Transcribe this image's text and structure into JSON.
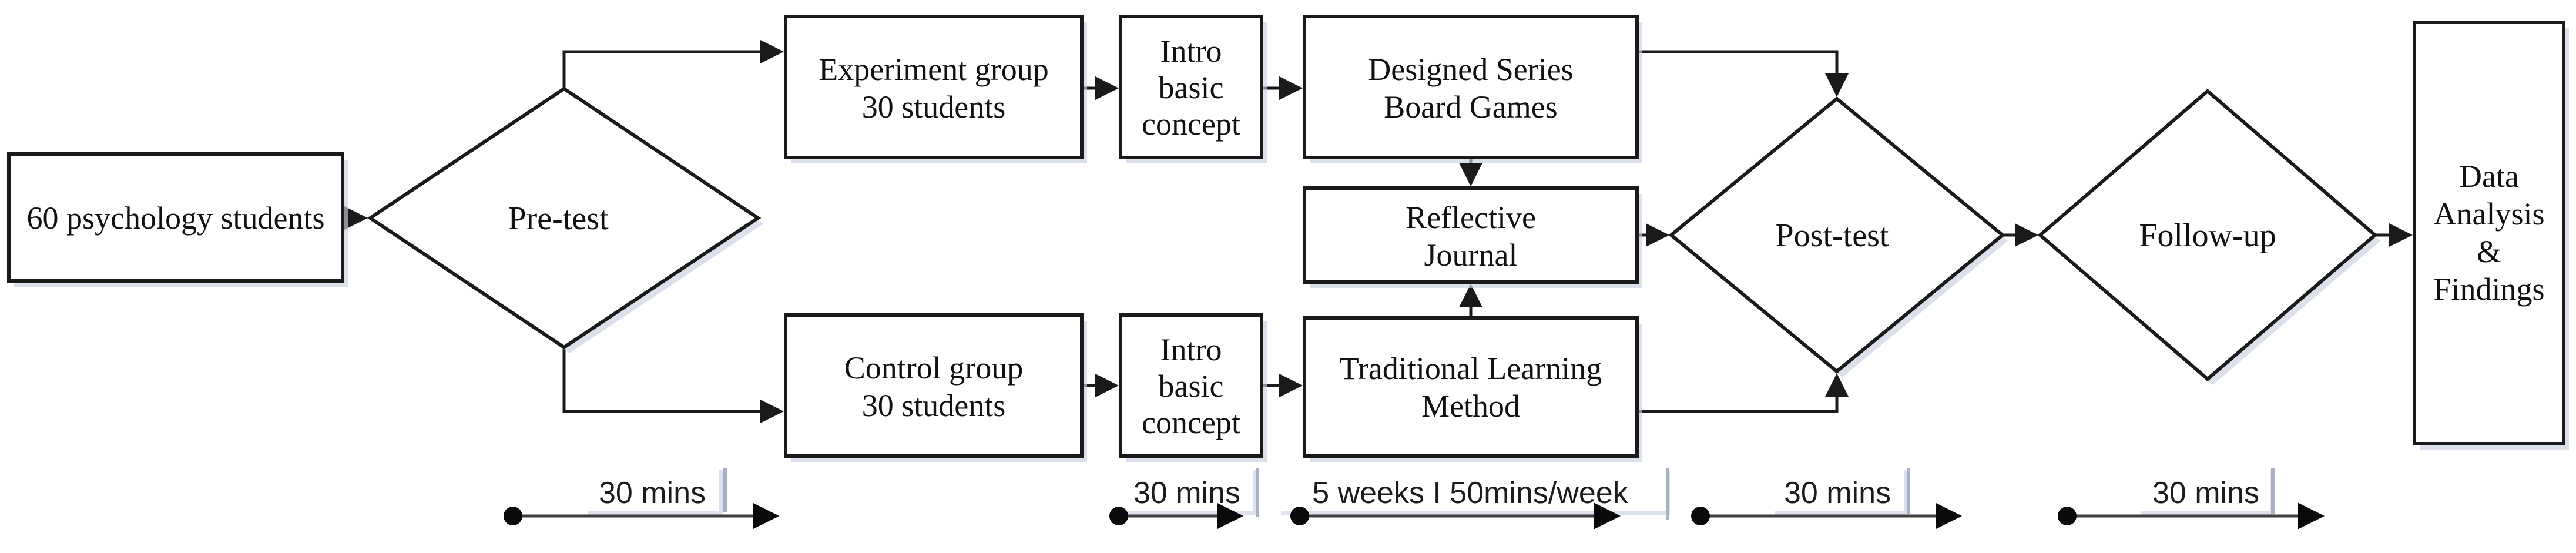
{
  "figure": {
    "description": "Research procedure flowchart",
    "colors": {
      "background": "#ffffff",
      "node_fill": "#ffffff",
      "node_stroke": "#1a1a1a",
      "shadow": "#c9cfe0",
      "timeline_line": "#3f3f3f",
      "timeline_text": "#1c1c1c"
    }
  },
  "nodes": {
    "participants": {
      "label": "60 psychology students"
    },
    "pretest": {
      "label": "Pre-test"
    },
    "experiment_group": {
      "lines": [
        "Experiment group",
        "30 students"
      ]
    },
    "intro_top": {
      "lines": [
        "Intro",
        "basic",
        "concept"
      ]
    },
    "designed_games": {
      "lines": [
        "Designed Series",
        "Board Games"
      ]
    },
    "reflective_journal": {
      "lines": [
        "Reflective",
        "Journal"
      ]
    },
    "control_group": {
      "lines": [
        "Control group",
        "30 students"
      ]
    },
    "intro_bottom": {
      "lines": [
        "Intro",
        "basic",
        "concept"
      ]
    },
    "traditional_method": {
      "lines": [
        "Traditional Learning",
        "Method"
      ]
    },
    "posttest": {
      "label": "Post-test"
    },
    "followup": {
      "label": "Follow-up"
    },
    "data_analysis": {
      "lines": [
        "Data",
        "Analysis",
        "&",
        "Findings"
      ]
    }
  },
  "timeline": [
    {
      "label": "30 mins"
    },
    {
      "label": "30 mins"
    },
    {
      "label": "5 weeks I 50mins/week"
    },
    {
      "label": "30 mins"
    },
    {
      "label": "30 mins"
    }
  ]
}
